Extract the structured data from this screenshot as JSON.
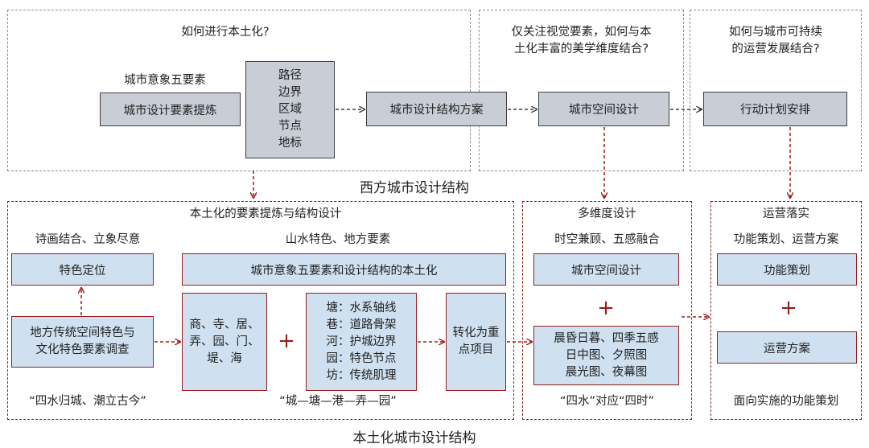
{
  "western": {
    "section_title": "西方城市设计结构",
    "q1": "如何进行本土化?",
    "q2_line1": "仅关注视觉要素，如何与本",
    "q2_line2": "土化丰富的美学维度结合?",
    "q3_line1": "如何与城市可持续",
    "q3_line2": "的运营发展结合?",
    "five_elements_label": "城市意象五要素",
    "box_extract": "城市设计要素提炼",
    "elements_list": [
      "路径",
      "边界",
      "区域",
      "节点",
      "地标"
    ],
    "box_structure": "城市设计结构方案",
    "box_space": "城市空间设计",
    "box_action": "行动计划安排"
  },
  "local": {
    "section_title": "本土化城市设计结构",
    "panel1_title": "本土化的要素提炼与结构设计",
    "sub_left": "诗画结合、立象尽意",
    "sub_mid": "山水特色、地方要素",
    "box_positioning": "特色定位",
    "box_localize": "城市意象五要素和设计结构的本土化",
    "box_survey_lines": [
      "地方传统空间特色与",
      "文化特色要素调查"
    ],
    "box_elements_lines": [
      "商、寺、居、",
      "弄、园、门、",
      "堤、海"
    ],
    "box_tang_lines": [
      "塘：水系轴线",
      "巷：道路骨架",
      "河：护城边界",
      "园：特色节点",
      "坊：传统肌理"
    ],
    "box_transform_lines": [
      "转化为重",
      "点项目"
    ],
    "quote_left": "“四水归城、潮立古今”",
    "quote_mid": "“城—塘—港—弄—园”",
    "panel2_title": "多维度设计",
    "panel2_sub": "时空兼顾、五感融合",
    "panel2_box1": "城市空间设计",
    "panel2_box2_lines": [
      "晨昏日暮、四季五感",
      "日中图、夕照图",
      "晨光图、夜幕图"
    ],
    "panel2_footer": "“四水”对应“四时”",
    "panel3_title": "运营落实",
    "panel3_sub": "功能策划、运营方案",
    "panel3_box1": "功能策划",
    "panel3_box2": "运营方案",
    "panel3_footer": "面向实施的功能策划",
    "plus": "+"
  }
}
